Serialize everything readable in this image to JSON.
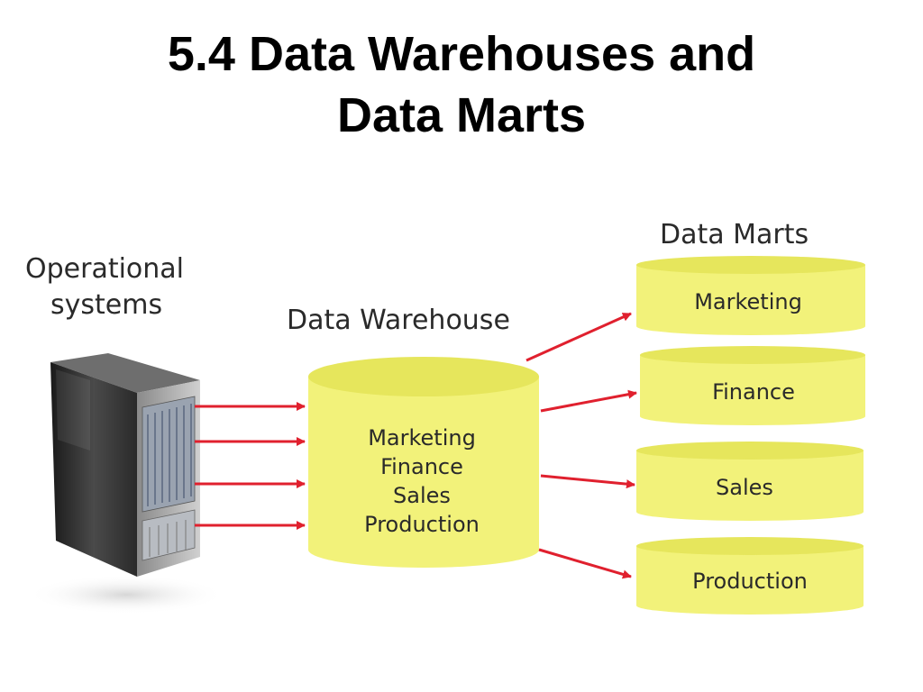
{
  "title": {
    "line1": "5.4 Data Warehouses and",
    "line2": "Data Marts"
  },
  "operational_systems": {
    "label_line1": "Operational",
    "label_line2": "systems",
    "icon": "server-tower-icon"
  },
  "data_warehouse": {
    "label": "Data Warehouse",
    "contents": [
      "Marketing",
      "Finance",
      "Sales",
      "Production"
    ]
  },
  "data_marts": {
    "label": "Data Marts",
    "marts": [
      "Marketing",
      "Finance",
      "Sales",
      "Production"
    ]
  },
  "colors": {
    "cylinder_fill": "#f2f27a",
    "cylinder_top": "#e6e65c",
    "arrow": "#e0202e"
  }
}
